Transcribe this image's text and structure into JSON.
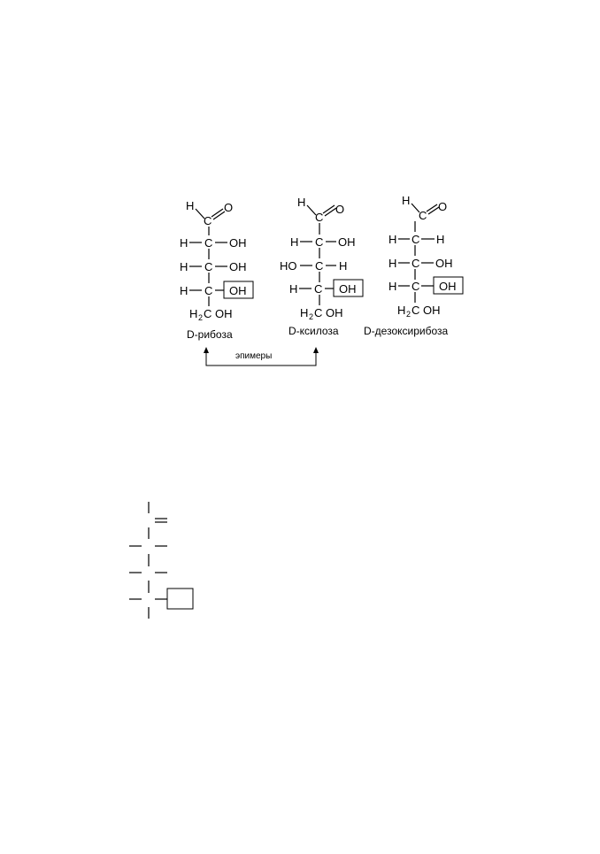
{
  "figure": {
    "molecules": [
      {
        "caption": "D-рибоза",
        "top": {
          "h": "H",
          "o": "O"
        },
        "rows": [
          {
            "left": "H",
            "c": "C",
            "right": "OH"
          },
          {
            "left": "H",
            "c": "C",
            "right": "OH"
          },
          {
            "left": "H",
            "c": "C",
            "right": "OH",
            "boxed": true
          }
        ],
        "bottom": {
          "h": "H",
          "sub": "2",
          "c": "C",
          "oh": "OH"
        }
      },
      {
        "caption": "D-ксилоза",
        "top": {
          "h": "H",
          "o": "O"
        },
        "rows": [
          {
            "left": "H",
            "c": "C",
            "right": "OH"
          },
          {
            "left": "HO",
            "c": "C",
            "right": "H"
          },
          {
            "left": "H",
            "c": "C",
            "right": "OH",
            "boxed": true
          }
        ],
        "bottom": {
          "h": "H",
          "sub": "2",
          "c": "C",
          "oh": "OH"
        }
      },
      {
        "caption": "D-дезоксирибоза",
        "top": {
          "h": "H",
          "o": "O"
        },
        "rows": [
          {
            "left": "H",
            "c": "C",
            "right": "H"
          },
          {
            "left": "H",
            "c": "C",
            "right": "OH"
          },
          {
            "left": "H",
            "c": "C",
            "right": "OH",
            "boxed": true
          }
        ],
        "bottom": {
          "h": "H",
          "sub": "2",
          "c": "C",
          "oh": "OH"
        }
      }
    ],
    "bracket_label": "эпимеры"
  }
}
